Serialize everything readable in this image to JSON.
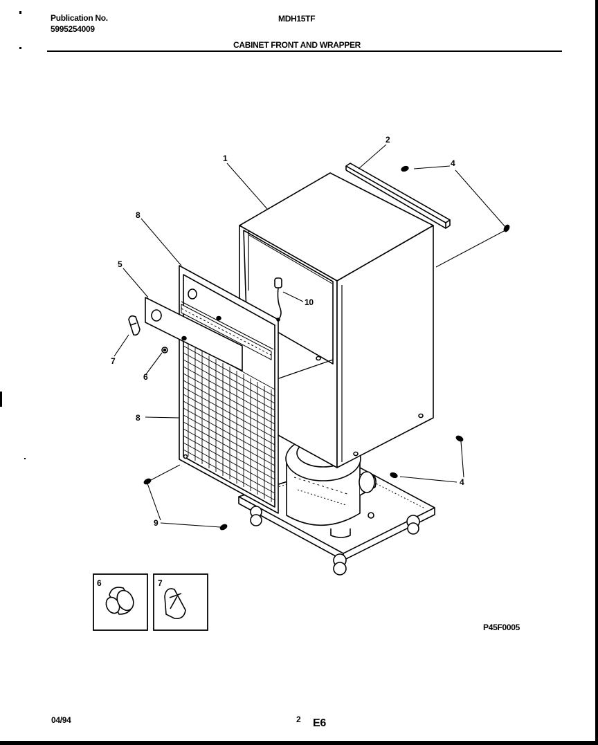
{
  "header": {
    "publication_label": "Publication No.",
    "publication_number": "5995254009",
    "model": "MDH15TF",
    "section_title": "CABINET FRONT AND WRAPPER"
  },
  "callouts": {
    "c1": "1",
    "c2": "2",
    "c4a": "4",
    "c4b": "4",
    "c5": "5",
    "c6": "6",
    "c7": "7",
    "c8a": "8",
    "c8b": "8",
    "c9": "9",
    "c10": "10"
  },
  "insets": [
    {
      "label": "6",
      "icon": "knob-round-icon"
    },
    {
      "label": "7",
      "icon": "knob-pointer-icon"
    }
  ],
  "figure_code": "P45F0005",
  "footer": {
    "date": "04/94",
    "page": "2",
    "section": "E6"
  }
}
